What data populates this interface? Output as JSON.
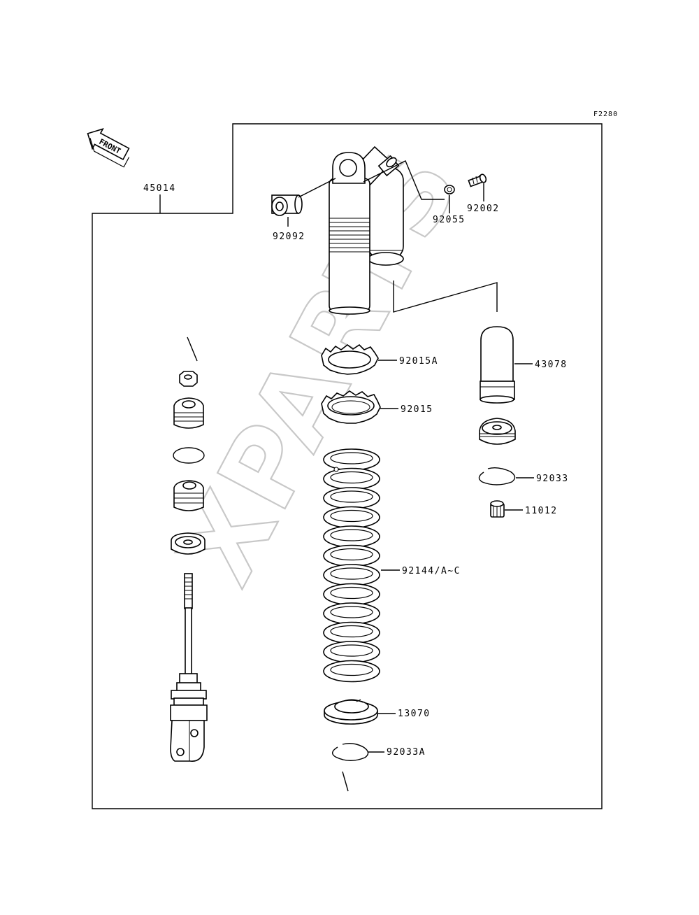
{
  "figure_code": "F2280",
  "front_label": "FRONT",
  "watermark": "XPARTS",
  "parts": {
    "assembly": "45014",
    "bushing": "92092",
    "o_ring_top": "92055",
    "valve": "92002",
    "nut_a": "92015A",
    "nut": "92015",
    "reservoir_cap": "43078",
    "circlip": "92033",
    "small_part": "11012",
    "spring": "92144/A~C",
    "spring_guide": "13070",
    "circlip_a": "92033A"
  }
}
